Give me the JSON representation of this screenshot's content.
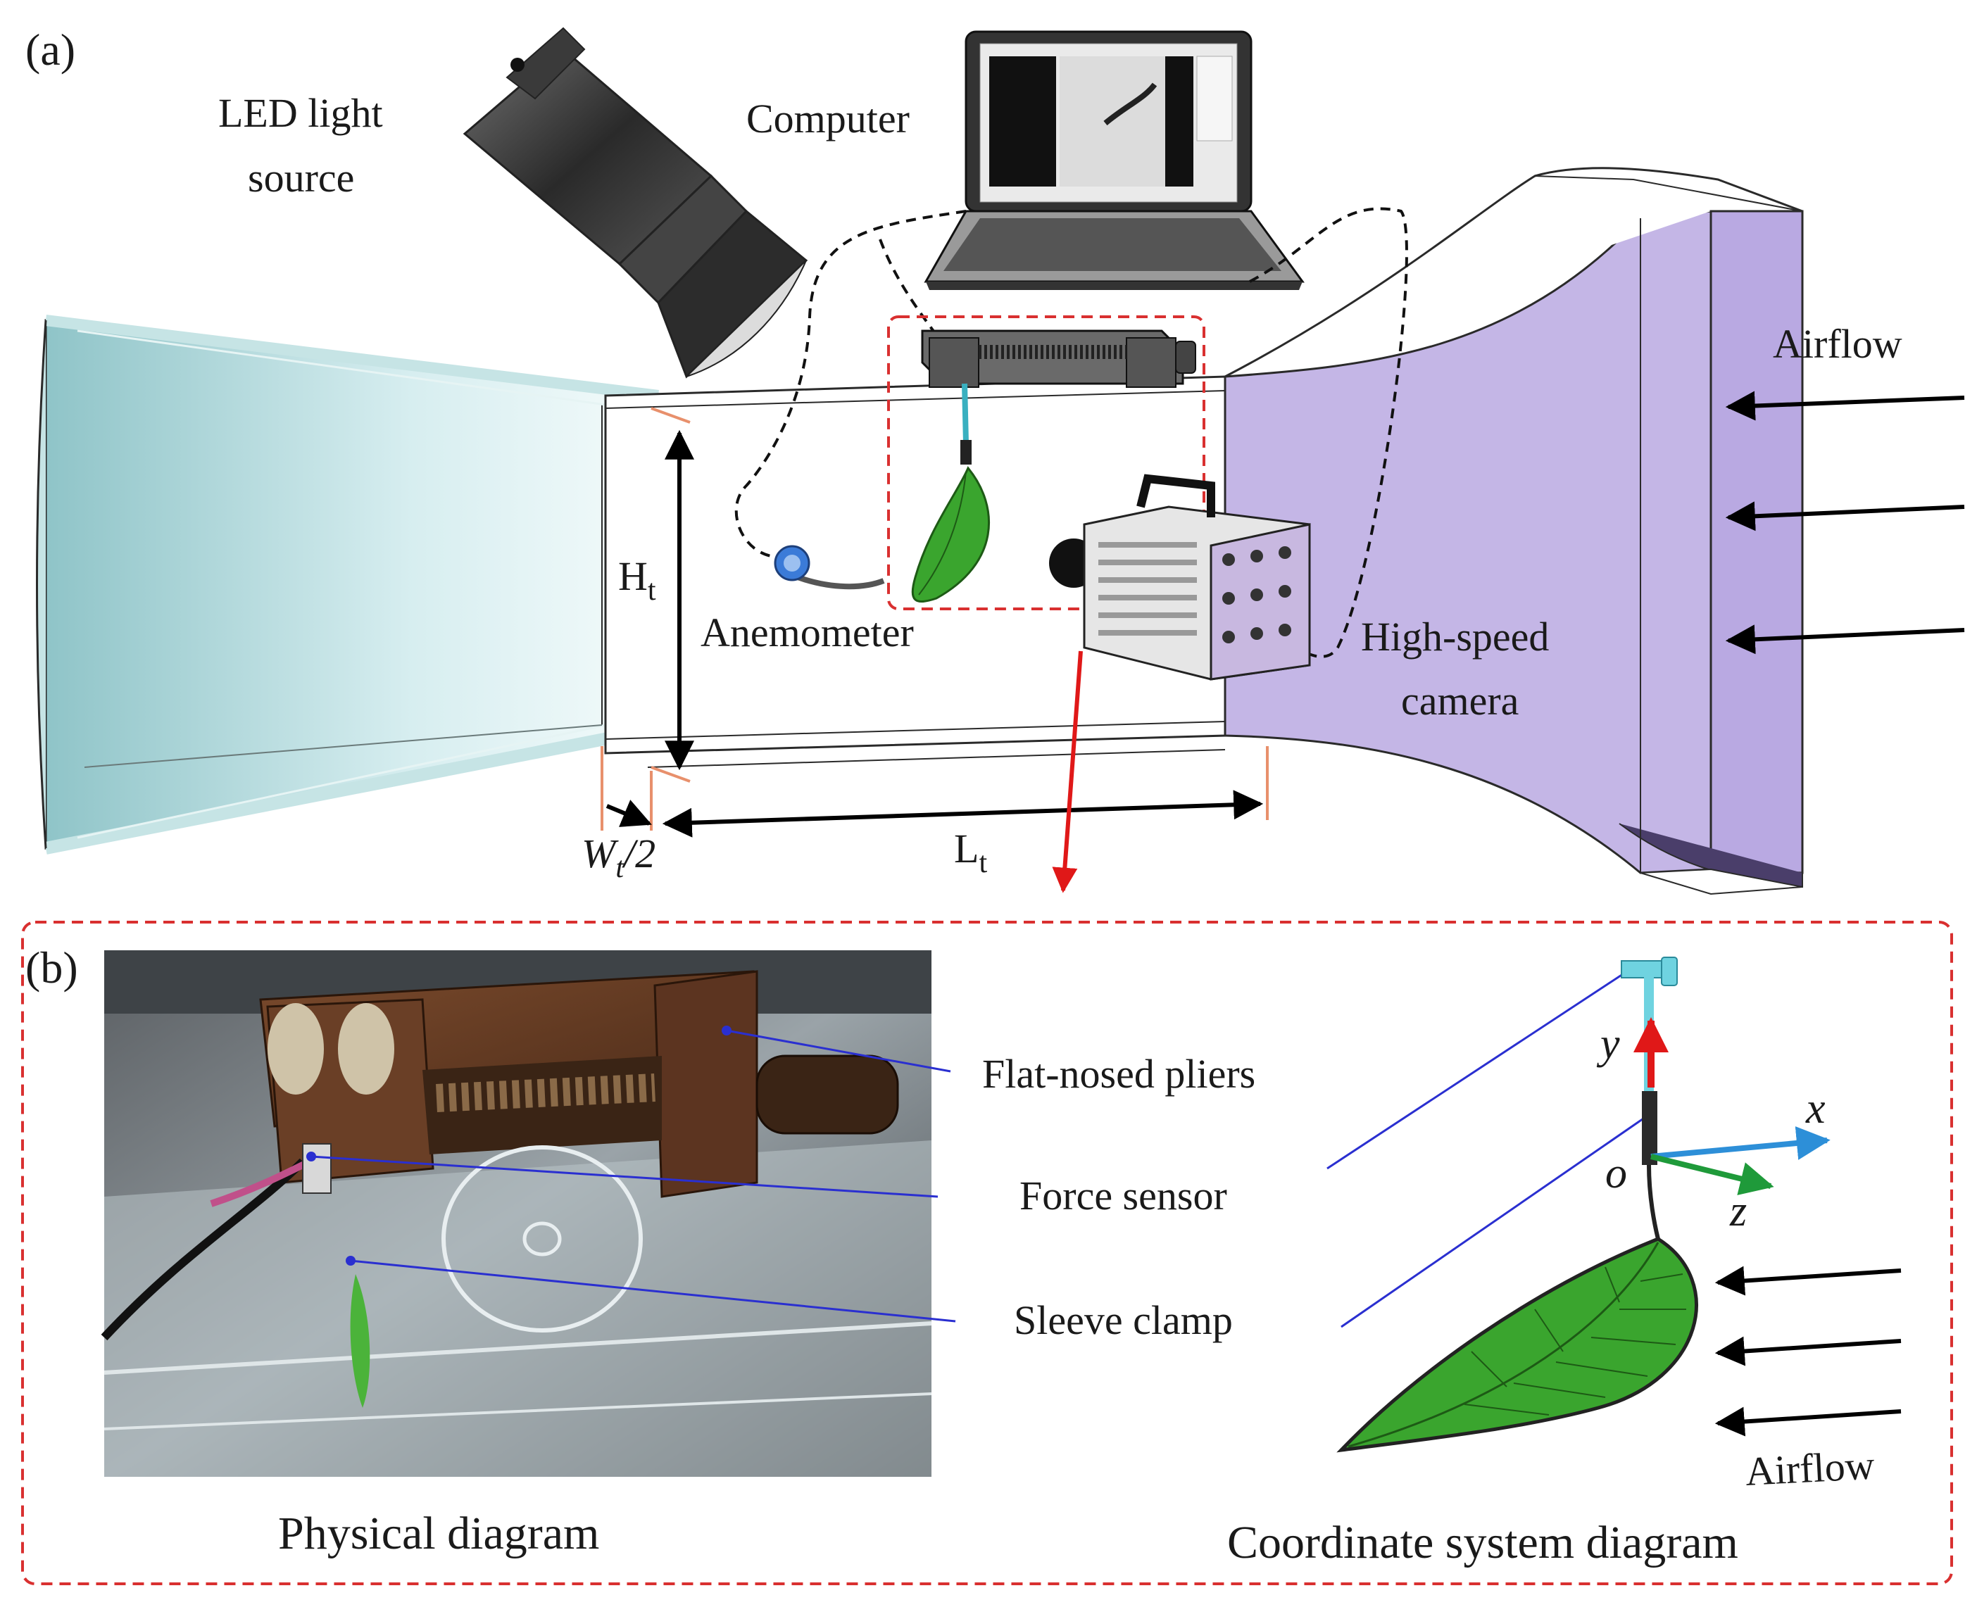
{
  "panel_a": {
    "tag": "(a)",
    "led_line1": "LED light",
    "led_line2": "source",
    "computer": "Computer",
    "airflow": "Airflow",
    "anemometer": "Anemometer",
    "hs_line1": "High-speed",
    "hs_line2": "camera",
    "ht_main": "H",
    "ht_sub": "t",
    "lt_main": "L",
    "lt_sub": "t",
    "wt_main": "W",
    "wt_sub": "t",
    "wt_tail": "/2"
  },
  "panel_b": {
    "tag": "(b)",
    "flat_pliers": "Flat-nosed pliers",
    "force_sensor": "Force sensor",
    "sleeve_clamp": "Sleeve clamp",
    "physical_caption": "Physical diagram",
    "coord_caption": "Coordinate system diagram",
    "axis_y": "y",
    "axis_x": "x",
    "axis_z": "z",
    "axis_o": "o",
    "airflow": "Airflow"
  },
  "colors": {
    "contraction": "#c6e4e5",
    "diffuser": "#c4b6e6",
    "dashed_red": "#d93030",
    "red_arrow": "#e01818",
    "blue_leader": "#2a2fd0",
    "leaf": "#3aa52e",
    "x_axis": "#2d8fd8",
    "z_axis": "#1f9a3a"
  }
}
